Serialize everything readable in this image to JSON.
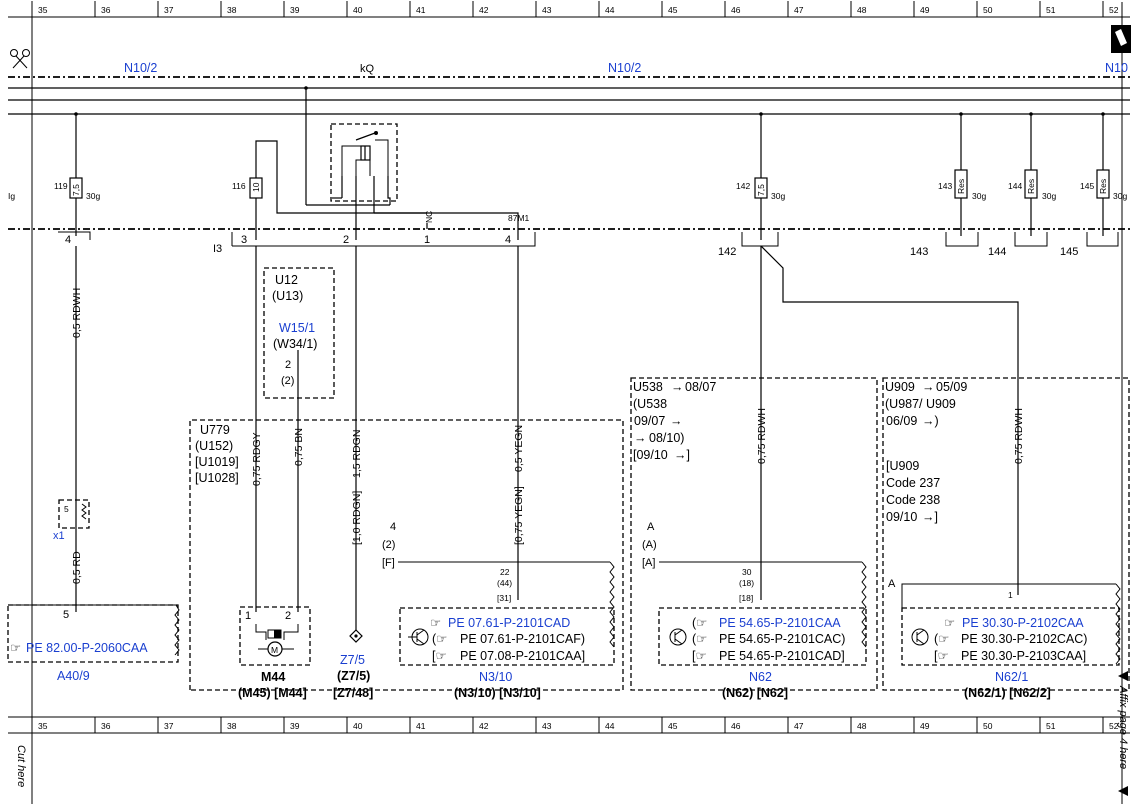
{
  "ruler": [
    "35",
    "36",
    "37",
    "38",
    "39",
    "40",
    "41",
    "42",
    "43",
    "44",
    "45",
    "46",
    "47",
    "48",
    "49",
    "50",
    "51",
    "52"
  ],
  "bus": {
    "left": "N10/2",
    "center_top": "kQ",
    "center": "N10/2",
    "right": "N10"
  },
  "fuses": [
    {
      "num": "119",
      "rating": "7,5",
      "suffix": "30g",
      "pin": "4"
    },
    {
      "num": "116",
      "rating": "10",
      "pin": "3"
    },
    {
      "num": "142",
      "rating": "7,5",
      "suffix": "30g",
      "pin": "142"
    },
    {
      "num": "143",
      "rating": "Res",
      "suffix": "30g",
      "pin": "143"
    },
    {
      "num": "144",
      "rating": "Res",
      "suffix": "30g",
      "pin": "144"
    },
    {
      "num": "145",
      "rating": "Res",
      "suffix": "30g",
      "pin": "145"
    }
  ],
  "left_edge": {
    "ig": "Ig",
    "i3": "I3"
  },
  "relay": {
    "nc": "NC",
    "out": "87M1",
    "pins": [
      "3",
      "2",
      "1",
      "4"
    ]
  },
  "wires": {
    "w1": "0,5 RDWH",
    "w2": "0,5 RD",
    "w3": "0,75 RDGY",
    "w4": "0,75 BN",
    "w5": "1,5 RDGN",
    "w5b": "[1,0 RDGN]",
    "w6": "0,5 YEGN",
    "w6b": "[0,75 YEGN]",
    "w7": "0,75 RDWH",
    "w8": "0,75 RDWH"
  },
  "u12": {
    "l1": "U12",
    "l2": "(U13)",
    "link1": "W15/1",
    "link2": "(W34/1)",
    "p1": "2",
    "p2": "(2)"
  },
  "u779": {
    "l1": "U779",
    "l2": "(U152)",
    "l3": "[U1019]",
    "l4": "[U1028]"
  },
  "x1": {
    "label": "x1",
    "pin": "5"
  },
  "a40": {
    "pin": "5",
    "ref": "PE 82.00-P-2060CAA",
    "name": "A40/9"
  },
  "m44": {
    "p1": "1",
    "p2": "2",
    "name": "M44",
    "sub": "(M45) [M44]",
    "motor": "M"
  },
  "z7": {
    "name": "Z7/5",
    "l2": "(Z7/5)",
    "l3": "[Z7/48]"
  },
  "n310": {
    "pin": "4",
    "pin2": "(2)",
    "pin3": "[F]",
    "c1": "22",
    "c2": "(44)",
    "c3": "[31]",
    "refs": [
      "PE 07.61-P-2101CAD",
      "PE 07.61-P-2101CAF)",
      "PE 07.08-P-2101CAA]"
    ],
    "name": "N3/10",
    "sub": "(N3/10) [N3/10]"
  },
  "u538": {
    "l1": "U538",
    "l1b": "08/07",
    "l2": "(U538",
    "l3": "09/07",
    "l4": "08/10)",
    "l5": "[09/10",
    "pin": "A",
    "pin2": "(A)",
    "pin3": "[A]",
    "c1": "30",
    "c2": "(18)",
    "c3": "[18]",
    "refs": [
      "PE 54.65-P-2101CAA",
      "PE 54.65-P-2101CAC)",
      "PE 54.65-P-2101CAD]"
    ],
    "name": "N62",
    "sub": "(N62) [N62]"
  },
  "u909": {
    "l1": "U909",
    "l1b": "05/09",
    "l2": "(U987/ U909",
    "l3": "06/09",
    "l4": "[U909",
    "l5": "Code 237",
    "l6": "Code 238",
    "l7": "09/10",
    "pin": "A",
    "c1": "1",
    "refs": [
      "PE 30.30-P-2102CAA",
      "PE 30.30-P-2102CAC)",
      "PE 30.30-P-2103CAA]"
    ],
    "name": "N62/1",
    "sub": "(N62/1) [N62/2]"
  },
  "footer": {
    "cut": "Cut here",
    "affix": "Affix page 4 here"
  },
  "icons": [
    "scissors-icon",
    "page-tab-icon",
    "arrow-right-icon",
    "reference-hand-icon",
    "transistor-icon",
    "motor-icon",
    "ground-diamond-icon"
  ]
}
